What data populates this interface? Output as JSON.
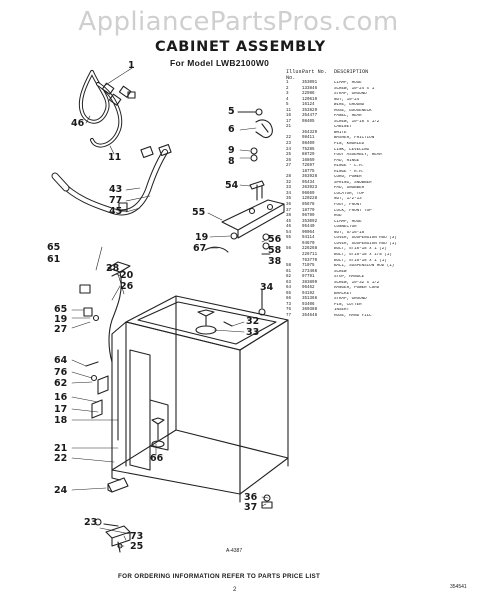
{
  "watermark": "AppliancePartsPros.com",
  "title": "CABINET ASSEMBLY",
  "subtitle": "For Model LWB2100W0",
  "table": {
    "header": [
      "Illus. No.",
      "Part No.",
      "DESCRIPTION"
    ],
    "rows": [
      [
        "1",
        "353091",
        "CLAMP, HOSE"
      ],
      [
        "2",
        "133846",
        "SCREW, 10-24 x 1"
      ],
      [
        "3",
        "22986",
        "STRAP, GROUND"
      ],
      [
        "4",
        "120619",
        "NUT, 10-24"
      ],
      [
        "5",
        "16124",
        "WIRE, GROUND"
      ],
      [
        "11",
        "353829",
        "HOSE, GOOSENECK"
      ],
      [
        "16",
        "354477",
        "PANEL, REAR"
      ],
      [
        "17",
        "98405",
        "SCREW, 10-16 x 1/2"
      ],
      [
        "21",
        "",
        "CABINET"
      ],
      [
        "",
        "364329",
        "WHITE"
      ],
      [
        "22",
        "98411",
        "WASHER, FRICTION"
      ],
      [
        "23",
        "98409",
        "PIN, KNURLED"
      ],
      [
        "24",
        "75285",
        "LINK, LEVELING"
      ],
      [
        "25",
        "88729",
        "FOOT ASSEMBLY, REAR"
      ],
      [
        "26",
        "16869",
        "PAD, HINGE"
      ],
      [
        "27",
        "72697",
        "HINGE - L.H."
      ],
      [
        "",
        "18775",
        "HINGE - R.H."
      ],
      [
        "28",
        "363928",
        "CORD, POWER"
      ],
      [
        "32",
        "95434",
        "SPRING, SNUBBER"
      ],
      [
        "33",
        "363923",
        "PAD, SNUBBER"
      ],
      [
        "34",
        "96669",
        "LOCATOR, TOP"
      ],
      [
        "35",
        "120228",
        "NUT, 1/2-13"
      ],
      [
        "36",
        "95678",
        "FOOT, FRONT"
      ],
      [
        "37",
        "18779",
        "LOCK, FRONT TOP"
      ],
      [
        "38",
        "96799",
        "ROD"
      ],
      [
        "45",
        "353092",
        "CLAMP, HOSE"
      ],
      [
        "46",
        "95440",
        "CONNECTOR"
      ],
      [
        "54",
        "90064",
        "NUT, 5/16-18"
      ],
      [
        "55",
        "94114",
        "COVER, SUSPENSION ROD (3)"
      ],
      [
        "",
        "94670",
        "COVER, SUSPENSION ROD (1)"
      ],
      [
        "56",
        "226268",
        "BOLT, 5/16-18 x 1 (2)"
      ],
      [
        "",
        "226711",
        "BOLT, 5/16-18 x 1/8 (1)"
      ],
      [
        "",
        "763770",
        "BOLT, 5/16-18 x 1 (1)"
      ],
      [
        "58",
        "71075",
        "BALL, SUSPENSION ROD (1)"
      ],
      [
        "61",
        "273466",
        "SCREW"
      ],
      [
        "62",
        "97791",
        "STOP, HANDLE"
      ],
      [
        "63",
        "383899",
        "SCREW, 10-32 x 1/2"
      ],
      [
        "64",
        "96462",
        "HANGER, POWER CORD"
      ],
      [
        "65",
        "94192",
        "BRACKET"
      ],
      [
        "66",
        "351366",
        "STRAP, GROUND"
      ],
      [
        "73",
        "93406",
        "PIN, CUTTER"
      ],
      [
        "76",
        "360388",
        "INSERT"
      ],
      [
        "77",
        "354648",
        "HOSE, HAND FILL"
      ]
    ]
  },
  "callouts": {
    "c1": "1",
    "c46": "46",
    "c11": "11",
    "c43": "43",
    "c77": "77",
    "c45": "45",
    "c5": "5",
    "c6": "6",
    "c9": "9",
    "c8": "8",
    "c54": "54",
    "c55": "55",
    "c19a": "19",
    "c67": "67",
    "c56": "56",
    "c58": "58",
    "c38": "38",
    "c65a": "65",
    "c61": "61",
    "c28": "28",
    "c20": "20",
    "c26": "26",
    "c65b": "65",
    "c19b": "19",
    "c27": "27",
    "c34": "34",
    "c32": "32",
    "c33": "33",
    "c64": "64",
    "c76": "76",
    "c62": "62",
    "c16": "16",
    "c17": "17",
    "c18": "18",
    "c66": "66",
    "c21": "21",
    "c22": "22",
    "c24": "24",
    "c36": "36",
    "c37": "37",
    "c23": "23",
    "c73": "73",
    "c25": "25"
  },
  "art_number": "A-4387",
  "footer": "FOR ORDERING INFORMATION REFER TO PARTS PRICE LIST",
  "page_number": "2",
  "doc_code": "354541"
}
